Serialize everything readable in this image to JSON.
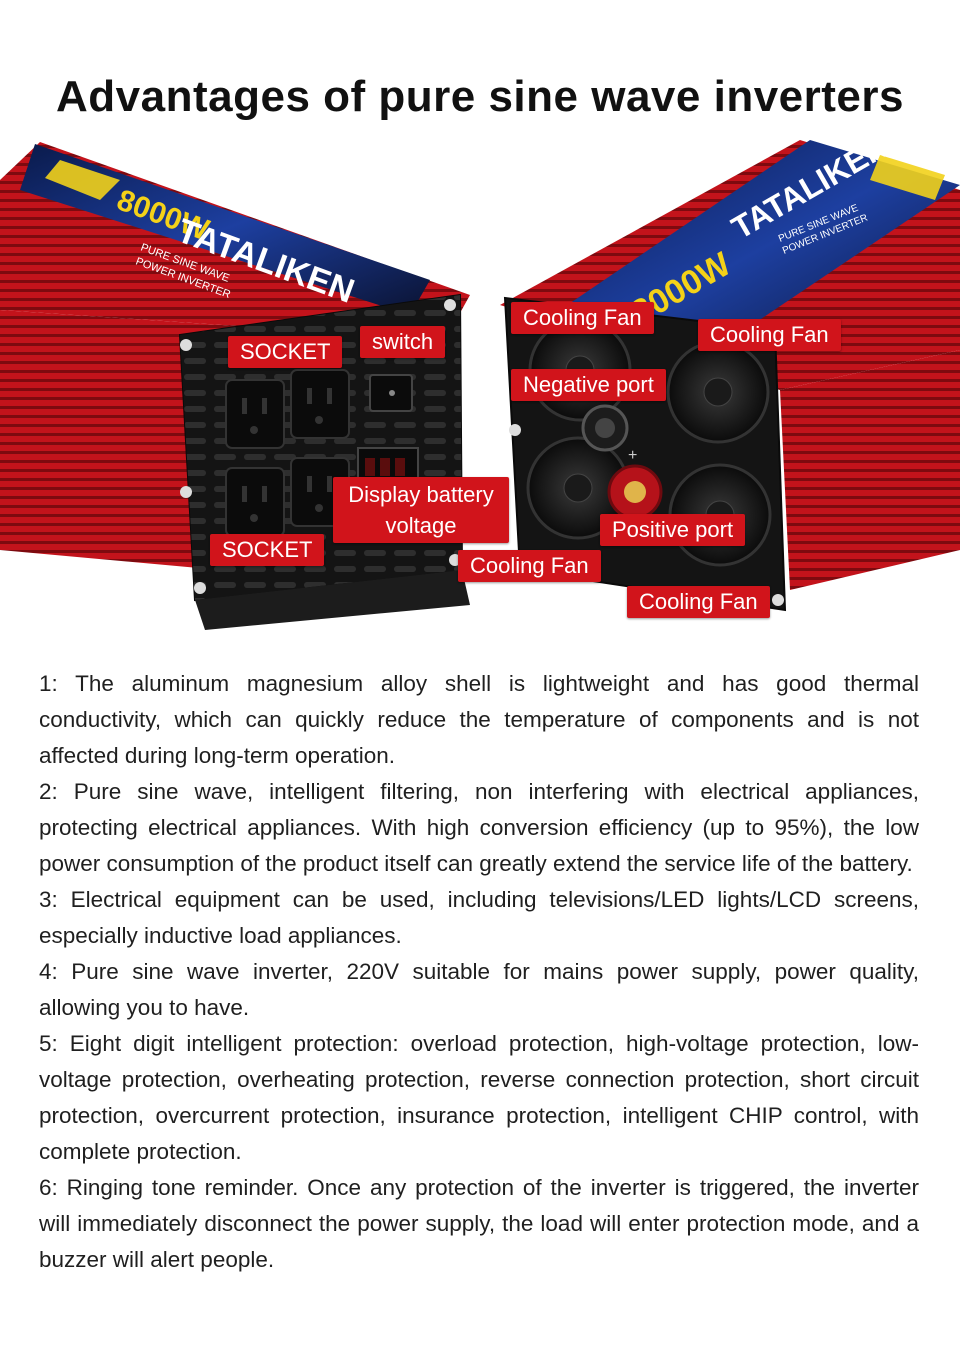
{
  "title": "Advantages of pure sine wave inverters",
  "product": {
    "brand": "TATALIKEN",
    "power_label": "8000W",
    "subtitle_line1": "PURE SINE WAVE",
    "subtitle_line2": "POWER INVERTER"
  },
  "callouts": {
    "socket_top": "SOCKET",
    "switch": "switch",
    "display": "Display battery voltage",
    "socket_bottom": "SOCKET",
    "cooling_fan_1": "Cooling Fan",
    "cooling_fan_2": "Cooling Fan",
    "negative_port": "Negative port",
    "positive_port": "Positive port",
    "cooling_fan_3": "Cooling Fan",
    "cooling_fan_4": "Cooling Fan"
  },
  "features": [
    "1: The aluminum magnesium alloy shell is lightweight and has good thermal conductivity, which can quickly reduce the temperature of components and is not affected during long-term operation.",
    "2: Pure sine wave, intelligent filtering, non interfering with electrical appliances, protecting electrical appliances. With high conversion efficiency (up to 95%), the low power consumption of the product itself can greatly extend the service life of the battery.",
    "3: Electrical equipment can be used, including televisions/LED lights/LCD screens, especially inductive load appliances.",
    "4: Pure sine wave inverter, 220V suitable for mains power supply, power quality, allowing you to have.",
    "5: Eight digit intelligent protection: overload protection, high-voltage protection, low-voltage protection, overheating protection, reverse connection protection, short circuit protection, overcurrent protection, insurance protection, intelligent CHIP control, with complete protection.",
    "6: Ringing tone reminder. Once any protection of the inverter is triggered, the inverter will immediately disconnect the power supply, the load will enter protection mode, and a buzzer will alert people."
  ],
  "colors": {
    "callout_red": "#d1141b",
    "shell_red": "#c8121a",
    "panel_black": "#141414"
  }
}
